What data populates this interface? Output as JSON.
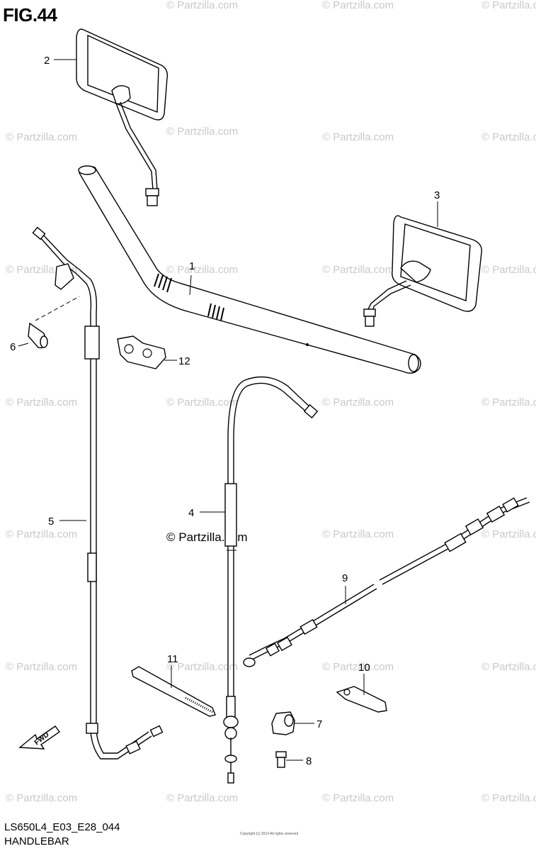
{
  "figure": {
    "title": "FIG.44",
    "code": "LS650L4_E03_E28_044",
    "name": "HANDLEBAR",
    "copyright": "Copyright (c) 2014 All rights reserved"
  },
  "watermark": {
    "text": "© Partzilla.com",
    "center_text": "© Partzilla.com"
  },
  "callouts": [
    "1",
    "2",
    "3",
    "4",
    "5",
    "6",
    "7",
    "8",
    "9",
    "10",
    "11",
    "12"
  ],
  "fwd_arrow_label": "FWD",
  "colors": {
    "line": "#000000",
    "watermark": "#c9c9c9",
    "background": "#ffffff"
  }
}
